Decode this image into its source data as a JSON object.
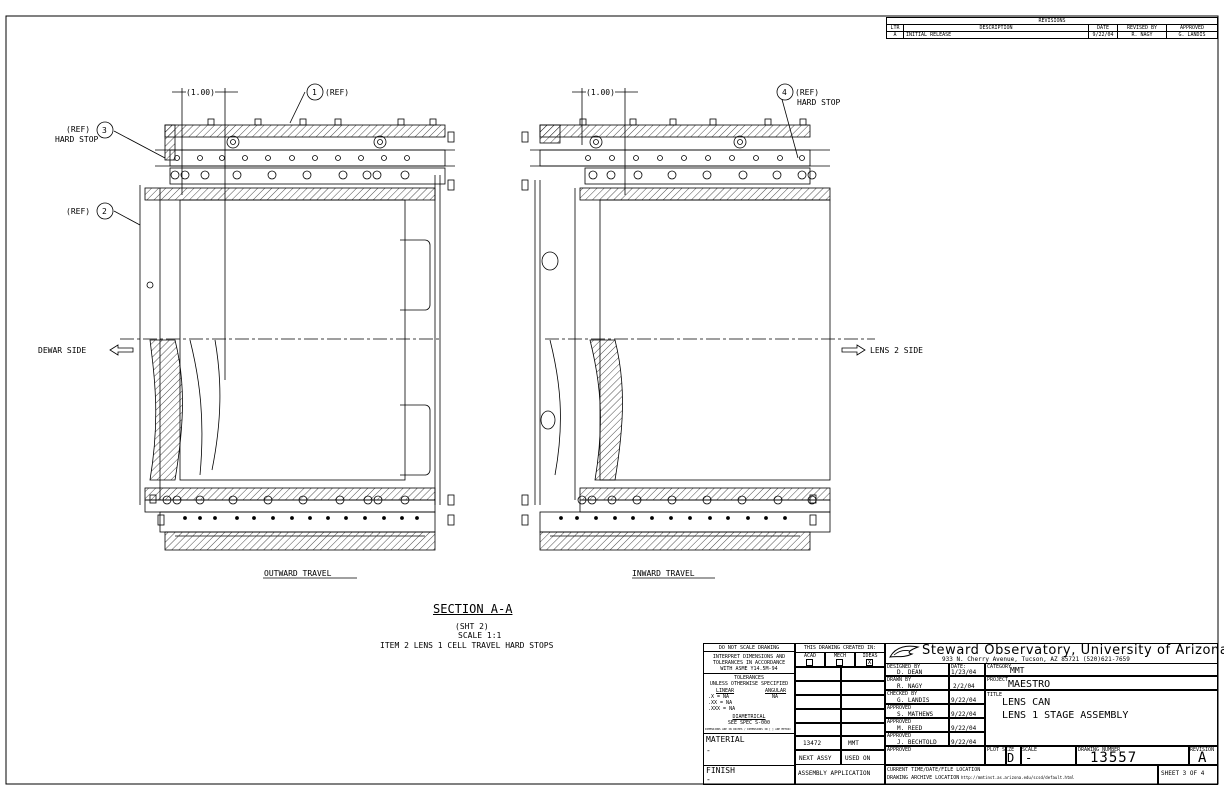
{
  "revisions": {
    "title": "REVISIONS",
    "headers": [
      "LTR",
      "DESCRIPTION",
      "DATE",
      "REVISED BY",
      "APPROVED"
    ],
    "rows": [
      [
        "A",
        "INITIAL RELEASE",
        "9/22/04",
        "R. NAGY",
        "G. LANDIS"
      ]
    ]
  },
  "views": {
    "left": {
      "dimension": "(1.00)",
      "balloon_1": "1",
      "balloon_1_note": "(REF)",
      "balloon_3": "3",
      "balloon_3_note": "(REF)",
      "balloon_3_label": "HARD STOP",
      "balloon_2": "2",
      "balloon_2_note": "(REF)",
      "side_label": "DEWAR SIDE",
      "caption": "OUTWARD TRAVEL"
    },
    "right": {
      "dimension": "(1.00)",
      "balloon_4": "4",
      "balloon_4_note": "(REF)",
      "balloon_4_label": "HARD STOP",
      "side_label": "LENS 2 SIDE",
      "caption": "INWARD TRAVEL"
    }
  },
  "section": {
    "title": "SECTION A-A",
    "sheet_ref": "(SHT 2)",
    "scale": "SCALE 1:1",
    "note": "ITEM 2 LENS 1 CELL TRAVEL HARD STOPS"
  },
  "tolerance_block": {
    "do_not_scale": "DO NOT SCALE DRAWING",
    "interpret_1": "INTERPRET DIMENSIONS AND",
    "interpret_2": "TOLERANCES IN ACCORDANCE",
    "interpret_3": "WITH ASME Y14.5M-94",
    "tol_title": "TOLERANCES",
    "tol_sub": "UNLESS OTHERWISE SPECIFIED",
    "linear": "LINEAR",
    "angular": "ANGULAR",
    "l1": ".X = NA",
    "l2": ".XX = NA",
    "l3": ".XXX = NA",
    "ang": "NA",
    "diam": "DIAMETRICAL",
    "diam_spec": "SEE SPEC S-000",
    "note_small": "DIMENSIONS ARE IN INCHES / DIMENSIONS IN [ ] ARE METRIC",
    "material": "MATERIAL",
    "material_val": "-",
    "finish": "FINISH",
    "finish_val": "-"
  },
  "created_in": {
    "title": "THIS DRAWING CREATED IN:",
    "acad": "ACAD",
    "mech": "MECH",
    "ideas": "IDEAS",
    "ideas_mark": "X",
    "next_assy_val": "13472",
    "used_on_val": "MMT",
    "next_assy": "NEXT ASSY",
    "used_on": "USED ON",
    "assembly_app": "ASSEMBLY APPLICATION"
  },
  "title_block": {
    "org": "Steward Observatory, University of Arizona",
    "address": "933 N. Cherry Avenue, Tucson, AZ  85721   (520)621-7659",
    "designed_by_label": "DESIGNED BY",
    "designed_by": "D. DEAN",
    "designed_date_label": "DATE:",
    "designed_date": "1/23/04",
    "drawn_by_label": "DRAWN BY",
    "drawn_by": "R. NAGY",
    "drawn_date": "2/2/04",
    "checked_by_label": "CHECKED BY",
    "checked_by": "G. LANDIS",
    "checked_date": "9/22/04",
    "approved1_label": "APPROVED",
    "approved1": "S. MATHEWS",
    "approved1_date": "9/22/04",
    "approved2_label": "APPROVED",
    "approved2": "M. REED",
    "approved2_date": "9/22/04",
    "approved3_label": "APPROVED",
    "approved3": "J. BECHTOLD",
    "approved3_date": "9/22/04",
    "approved4_label": "APPROVED",
    "category_label": "CATEGORY",
    "category": "MMT",
    "project_label": "PROJECT",
    "project": "MAESTRO",
    "title_label": "TITLE",
    "title_1": "LENS CAN",
    "title_2": "LENS 1 STAGE ASSEMBLY",
    "plot_size_label": "PLOT SIZE",
    "plot_size": "D",
    "scale_label": "SCALE",
    "scale": "-",
    "drawing_number_label": "DRAWING NUMBER",
    "drawing_number": "13557",
    "revision_label": "REVISION",
    "revision": "A",
    "current_time_label": "CURRENT TIME/DATE/FILE LOCATION",
    "archive_label": "DRAWING ARCHIVE LOCATION",
    "archive_url": "http://mmtinst.as.arizona.edu/scsd/default.html",
    "sheet": "SHEET 3 OF 4"
  }
}
